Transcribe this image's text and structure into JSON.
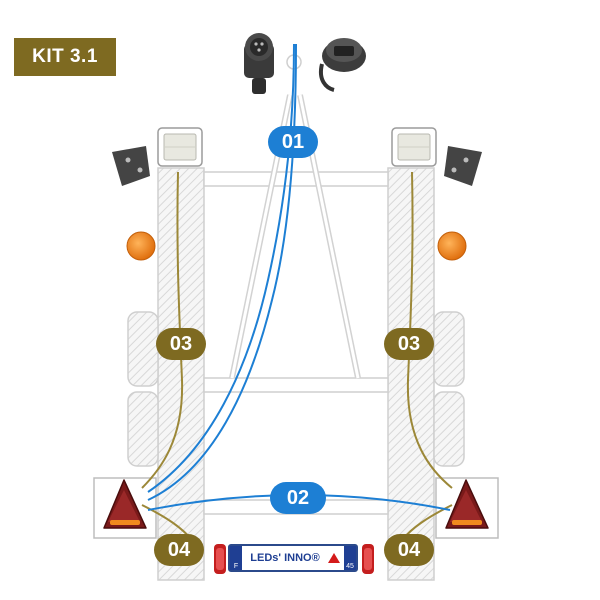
{
  "kit_label": "KIT 3.1",
  "cables": {
    "c01": "01",
    "c02": "02",
    "c03_left": "03",
    "c03_right": "03",
    "c04_left": "04",
    "c04_right": "04"
  },
  "plate": {
    "text": "LEDs' INNO®",
    "left_code": "F",
    "right_code": "45"
  },
  "colors": {
    "olive": "#7e6a21",
    "blue": "#1d7fd4",
    "amber": "#f08a1e",
    "tail_red": "#8a1e1e"
  }
}
